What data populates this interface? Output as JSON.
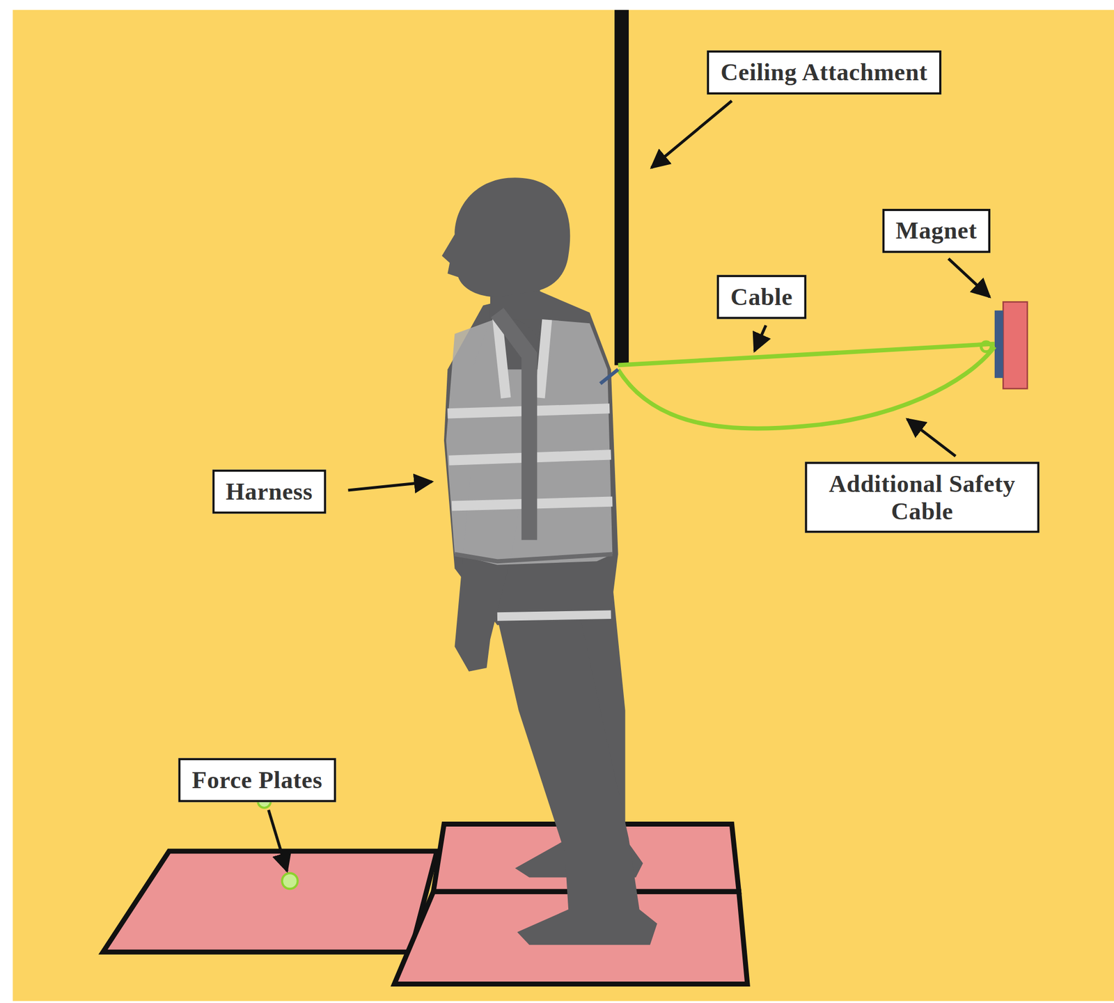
{
  "diagram": {
    "nodes": [
      {
        "text": [
          "Ceiling Attachment"
        ]
      },
      {
        "text": [
          "Magnet"
        ]
      },
      {
        "text": [
          "Cable"
        ]
      },
      {
        "text": [
          "Harness"
        ]
      },
      {
        "text": [
          "Additional Safety Cable"
        ]
      },
      {
        "text": [
          "Force Plates"
        ]
      }
    ]
  }
}
